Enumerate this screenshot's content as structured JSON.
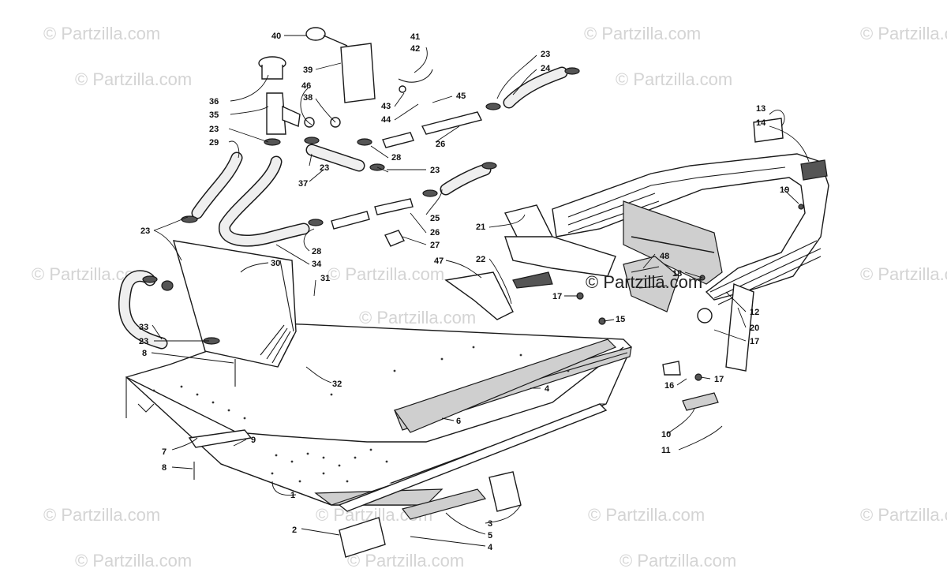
{
  "watermark": {
    "text": "© Partzilla.com",
    "center_text": "© Partzilla.com"
  },
  "callouts": {
    "c1": "1",
    "c2": "2",
    "c3": "3",
    "c4a": "4",
    "c4b": "4",
    "c5": "5",
    "c6": "6",
    "c7": "7",
    "c8a": "8",
    "c8b": "8",
    "c9": "9",
    "c10": "10",
    "c11": "11",
    "c12": "12",
    "c13": "13",
    "c14": "14",
    "c15": "15",
    "c16": "16",
    "c17a": "17",
    "c17b": "17",
    "c17c": "17",
    "c18": "18",
    "c19": "19",
    "c20": "20",
    "c21": "21",
    "c22": "22",
    "c23a": "23",
    "c23b": "23",
    "c23c": "23",
    "c23d": "23",
    "c23e": "23",
    "c23f": "23",
    "c24": "24",
    "c25": "25",
    "c26a": "26",
    "c26b": "26",
    "c27": "27",
    "c28a": "28",
    "c28b": "28",
    "c29": "29",
    "c30": "30",
    "c31": "31",
    "c32": "32",
    "c33": "33",
    "c34": "34",
    "c35": "35",
    "c36": "36",
    "c37": "37",
    "c38": "38",
    "c39": "39",
    "c40": "40",
    "c41": "41",
    "c42": "42",
    "c43": "43",
    "c44": "44",
    "c45": "45",
    "c46": "46",
    "c47": "47",
    "c48": "48"
  }
}
